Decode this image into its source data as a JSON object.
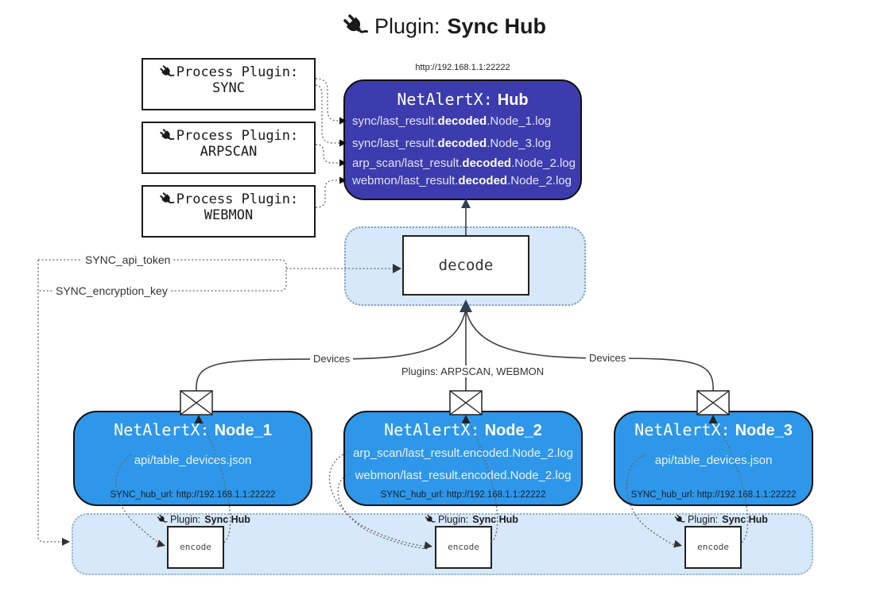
{
  "title": {
    "icon": "plug-icon",
    "prefix": "Plugin:",
    "name": "Sync Hub"
  },
  "process_plugins": [
    {
      "icon": "plug-icon",
      "label": "Process Plugin:",
      "name": "SYNC"
    },
    {
      "icon": "plug-icon",
      "label": "Process Plugin:",
      "name": "ARPSCAN"
    },
    {
      "icon": "plug-icon",
      "label": "Process Plugin:",
      "name": "WEBMON"
    }
  ],
  "hub": {
    "url": "http://192.168.1.1:22222",
    "title_prefix": "NetAlertX:",
    "title_name": "Hub",
    "logs": [
      {
        "pre": "sync/last_result.",
        "bold": "decoded",
        "post": ".Node_1.log"
      },
      {
        "pre": "sync/last_result.",
        "bold": "decoded",
        "post": ".Node_3.log"
      },
      {
        "pre": "arp_scan/last_result.",
        "bold": "decoded",
        "post": ".Node_2.log"
      },
      {
        "pre": "webmon/last_result.",
        "bold": "decoded",
        "post": ".Node_2.log"
      }
    ]
  },
  "decode": {
    "label": "decode"
  },
  "config": {
    "api_token": "SYNC_api_token",
    "encryption_key": "SYNC_encryption_key"
  },
  "edges": {
    "devices_left": "Devices",
    "devices_right": "Devices",
    "plugins_label": "Plugins: ARPSCAN, WEBMON",
    "envelope_icon": "envelope-icon"
  },
  "nodes": [
    {
      "title_prefix": "NetAlertX:",
      "title_name": "Node_1",
      "files": [
        "api/table_devices.json"
      ],
      "hub_url": "SYNC_hub_url: http://192.168.1.1:22222"
    },
    {
      "title_prefix": "NetAlertX:",
      "title_name": "Node_2",
      "files": [
        "arp_scan/last_result.encoded.Node_2.log",
        "webmon/last_result.encoded.Node_2.log"
      ],
      "hub_url": "SYNC_hub_url: http://192.168.1.1:22222"
    },
    {
      "title_prefix": "NetAlertX:",
      "title_name": "Node_3",
      "files": [
        "api/table_devices.json"
      ],
      "hub_url": "SYNC_hub_url: http://192.168.1.1:22222"
    }
  ],
  "encode_panel": {
    "plugin_icon": "plug-icon",
    "plugin_prefix": "Plugin:",
    "plugin_name": "Sync Hub",
    "encode_label": "encode"
  },
  "colors": {
    "hub_bg": "#3C3CAE",
    "node_bg": "#2E97E9",
    "panel_bg": "#D6E8F9",
    "line": "#3F3F3F",
    "arrow_dark": "#2E3F50"
  }
}
